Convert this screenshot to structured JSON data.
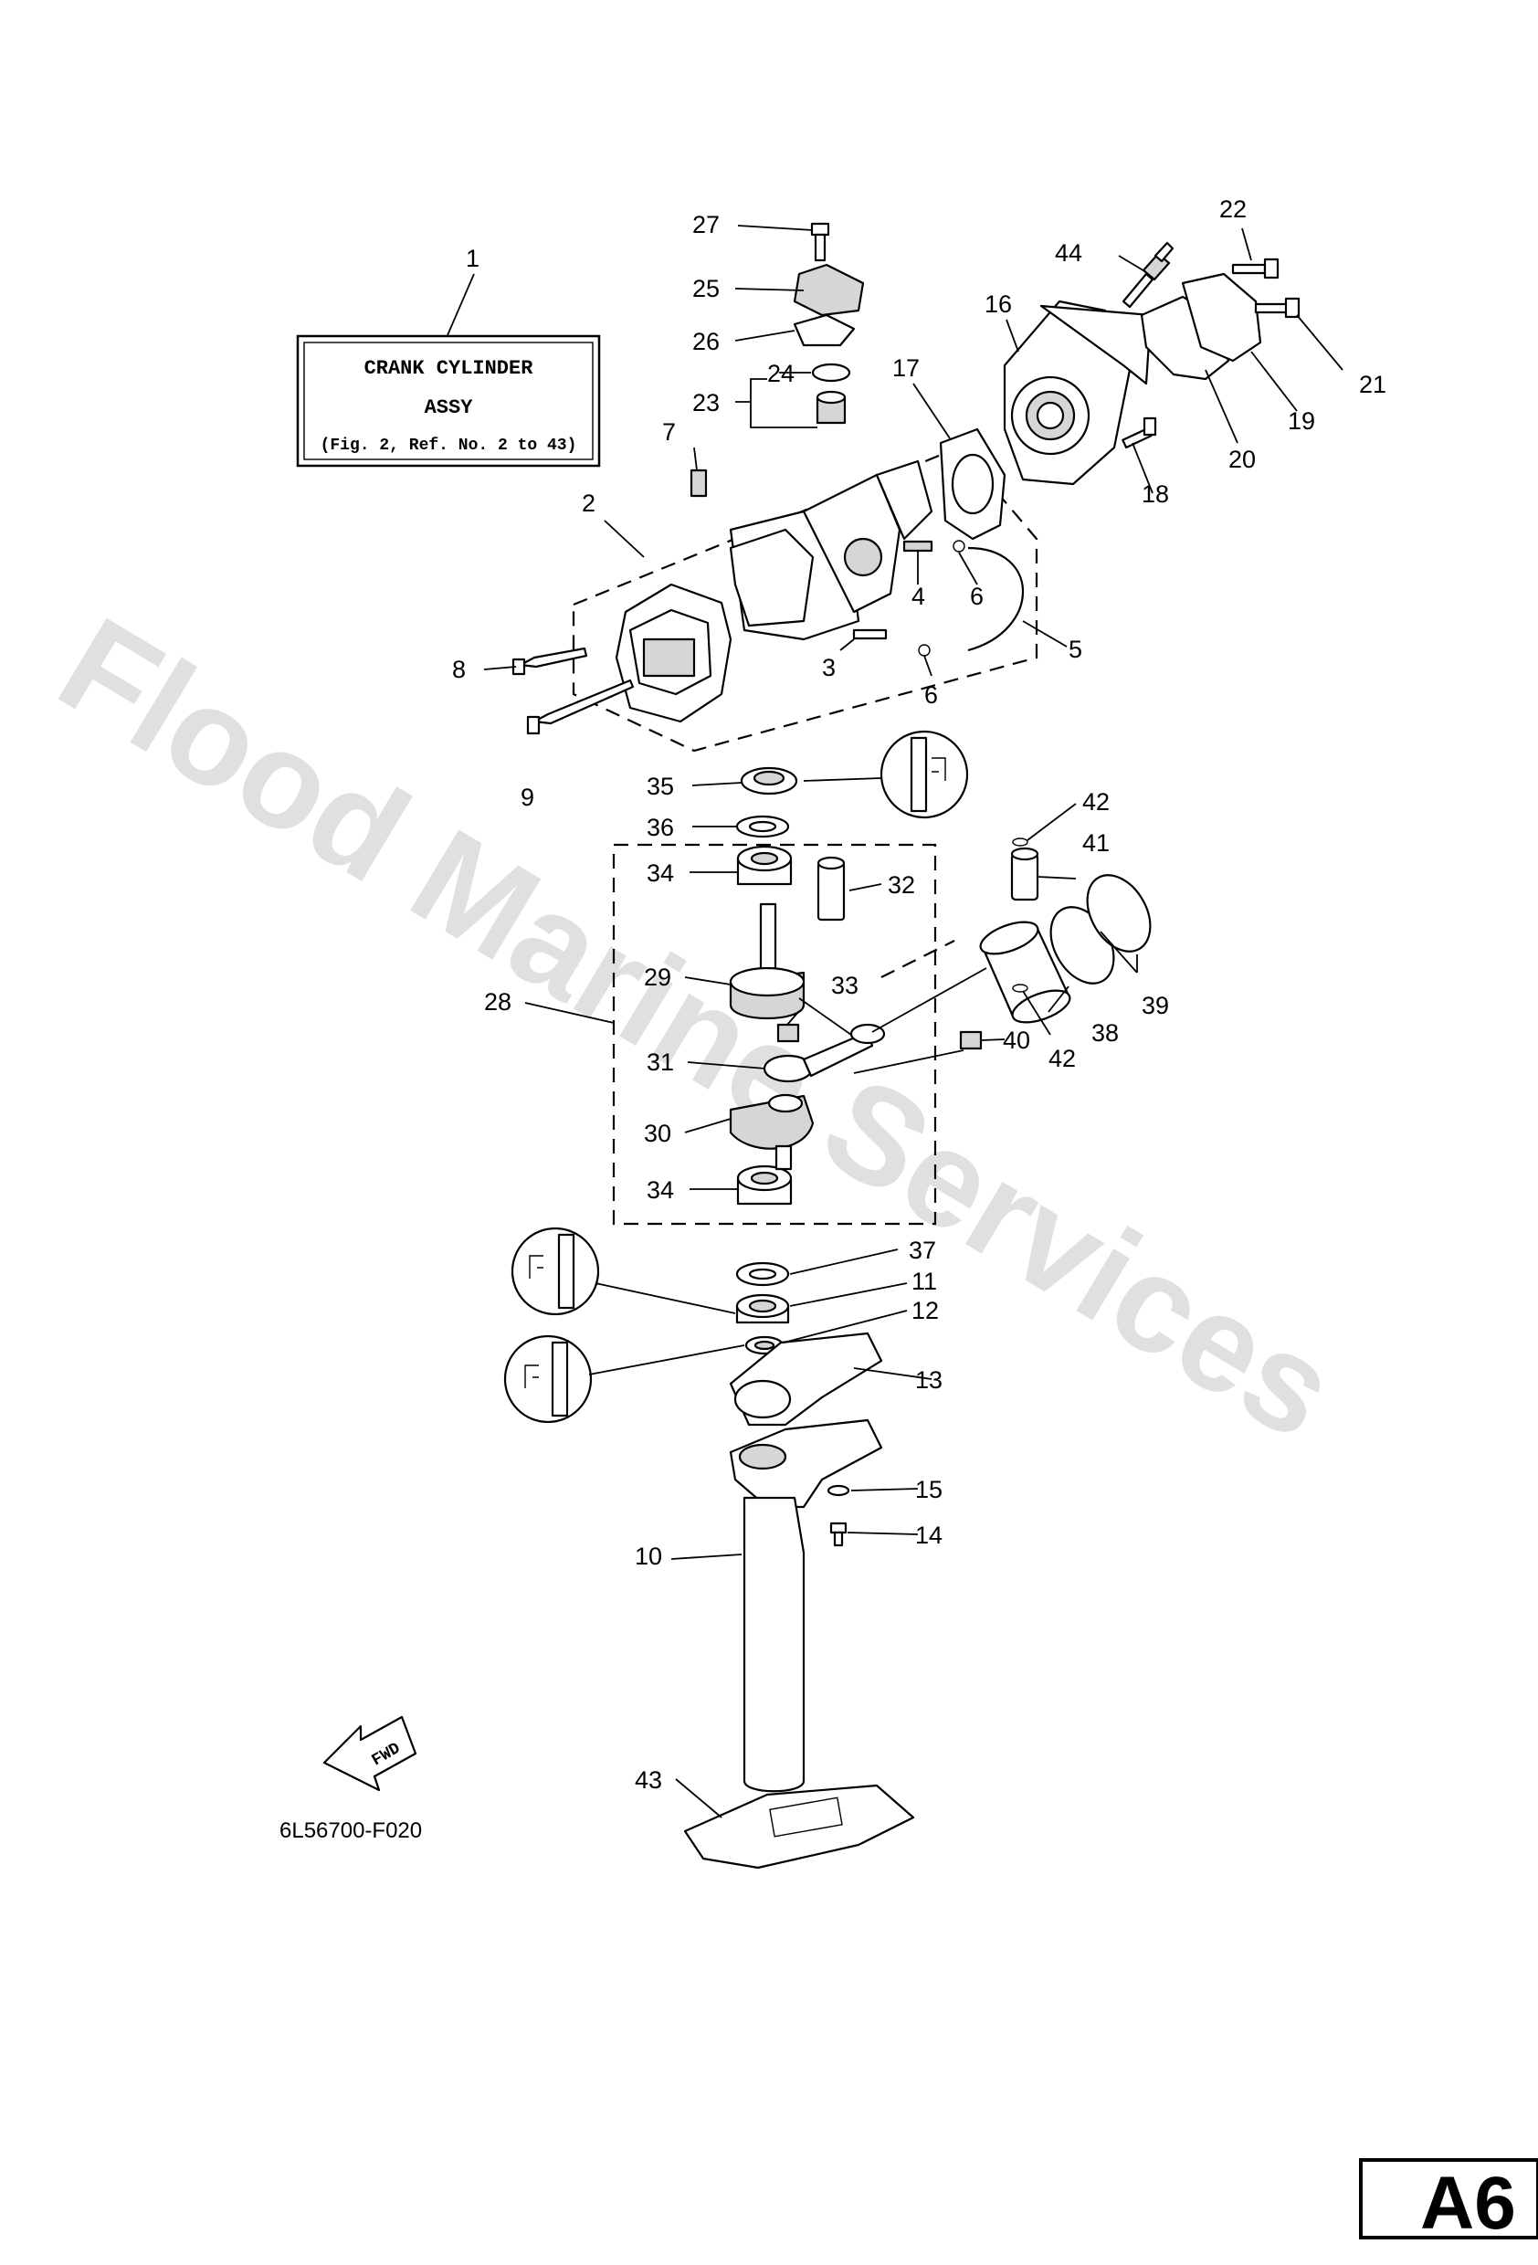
{
  "label_box": {
    "line1": "CRANK CYLINDER",
    "line2": "ASSY",
    "line3": "(Fig. 2, Ref. No. 2 to 43)"
  },
  "callouts": [
    {
      "id": "c1",
      "text": "1"
    },
    {
      "id": "c2",
      "text": "2"
    },
    {
      "id": "c3",
      "text": "3"
    },
    {
      "id": "c4",
      "text": "4"
    },
    {
      "id": "c5",
      "text": "5"
    },
    {
      "id": "c6a",
      "text": "6"
    },
    {
      "id": "c6b",
      "text": "6"
    },
    {
      "id": "c7",
      "text": "7"
    },
    {
      "id": "c8",
      "text": "8"
    },
    {
      "id": "c9",
      "text": "9"
    },
    {
      "id": "c10",
      "text": "10"
    },
    {
      "id": "c11",
      "text": "11"
    },
    {
      "id": "c12",
      "text": "12"
    },
    {
      "id": "c13",
      "text": "13"
    },
    {
      "id": "c14",
      "text": "14"
    },
    {
      "id": "c15",
      "text": "15"
    },
    {
      "id": "c16",
      "text": "16"
    },
    {
      "id": "c17",
      "text": "17"
    },
    {
      "id": "c18",
      "text": "18"
    },
    {
      "id": "c19",
      "text": "19"
    },
    {
      "id": "c20",
      "text": "20"
    },
    {
      "id": "c21",
      "text": "21"
    },
    {
      "id": "c22",
      "text": "22"
    },
    {
      "id": "c23",
      "text": "23"
    },
    {
      "id": "c24",
      "text": "24"
    },
    {
      "id": "c25",
      "text": "25"
    },
    {
      "id": "c26",
      "text": "26"
    },
    {
      "id": "c27",
      "text": "27"
    },
    {
      "id": "c28",
      "text": "28"
    },
    {
      "id": "c29",
      "text": "29"
    },
    {
      "id": "c30",
      "text": "30"
    },
    {
      "id": "c31",
      "text": "31"
    },
    {
      "id": "c32",
      "text": "32"
    },
    {
      "id": "c33",
      "text": "33"
    },
    {
      "id": "c34a",
      "text": "34"
    },
    {
      "id": "c34b",
      "text": "34"
    },
    {
      "id": "c35",
      "text": "35"
    },
    {
      "id": "c36",
      "text": "36"
    },
    {
      "id": "c37",
      "text": "37"
    },
    {
      "id": "c38",
      "text": "38"
    },
    {
      "id": "c39",
      "text": "39"
    },
    {
      "id": "c40",
      "text": "40"
    },
    {
      "id": "c41",
      "text": "41"
    },
    {
      "id": "c42a",
      "text": "42"
    },
    {
      "id": "c42b",
      "text": "42"
    },
    {
      "id": "c43",
      "text": "43"
    },
    {
      "id": "c44",
      "text": "44"
    }
  ],
  "fwd_label": "FWD",
  "diagram_code": "6L56700-F020",
  "watermark": "Flood Marine Services",
  "page_id": "A6"
}
